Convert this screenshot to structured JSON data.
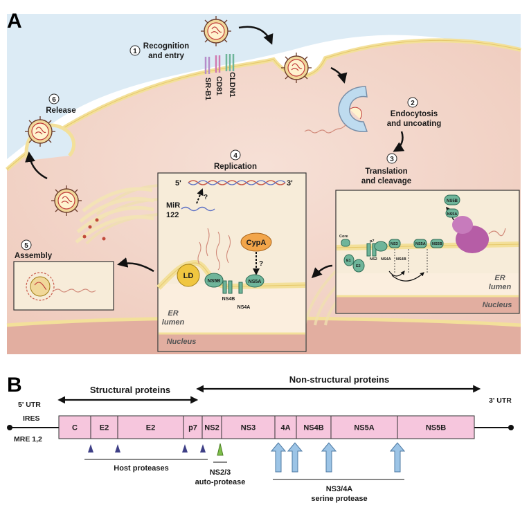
{
  "panel_a": {
    "letter": "A",
    "steps": {
      "s1": {
        "num": "1",
        "line1": "Recognition",
        "line2": "and entry"
      },
      "s2": {
        "num": "2",
        "line1": "Endocytosis",
        "line2": "and uncoating"
      },
      "s3": {
        "num": "3",
        "line1": "Translation",
        "line2": "and cleavage"
      },
      "s4": {
        "num": "4",
        "line1": "Replication"
      },
      "s5": {
        "num": "5",
        "line1": "Assembly"
      },
      "s6": {
        "num": "6",
        "line1": "Release"
      }
    },
    "receptors": {
      "sr_b1": "SR-B1",
      "cd81": "CD81",
      "cldn1": "CLDN1"
    },
    "replication_box": {
      "five_prime": "5'",
      "three_prime": "3'",
      "mir_line1": "MiR",
      "mir_line2": "122",
      "question": "?",
      "cypa": "CypA",
      "ld": "LD",
      "ns5b": "NS5B",
      "ns4b": "NS4B",
      "ns4a": "NS4A",
      "ns5a": "NS5A",
      "er_line1": "ER",
      "er_line2": "lumen",
      "nucleus": "Nucleus"
    },
    "translation_box": {
      "core": "Core",
      "e1": "E1",
      "e2": "E2",
      "p7": "p7",
      "ns2": "NS2",
      "ns3": "NS3",
      "ns4a": "NS4A",
      "ns4b": "NS4B",
      "ns5a": "NS5A",
      "ns5b": "NS5B",
      "ns5b_top": "NS5B",
      "ns5a_top": "NS5A",
      "er_line1": "ER",
      "er_line2": "lumen",
      "nucleus": "Nucleus"
    }
  },
  "panel_b": {
    "letter": "B",
    "structural": "Structural proteins",
    "nonstructural": "Non-structural proteins",
    "utr5": "5' UTR",
    "utr3": "3' UTR",
    "ires": "IRES",
    "mre": "MRE 1,2",
    "segments": [
      "C",
      "E2",
      "E2",
      "p7",
      "NS2",
      "NS3",
      "4A",
      "NS4B",
      "NS5A",
      "NS5B"
    ],
    "host_proteases": "Host proteases",
    "ns23_line1": "NS2/3",
    "ns23_line2": "auto-protease",
    "ns34a_line1": "NS3/4A",
    "ns34a_line2": "serine protease"
  },
  "colors": {
    "cytoplasm": "#f4d9cf",
    "extracellular": "#dcebf5",
    "membrane": "#f7e9a8",
    "nucleus": "#e2aea0",
    "box_fill": "#f7ecd9",
    "segment": "#f6c6dd",
    "protein": "#6fb59a",
    "host_arrow": "#3e3f86",
    "auto_arrow": "#7fbf4a",
    "serine_arrow": "#9cc4e6"
  }
}
